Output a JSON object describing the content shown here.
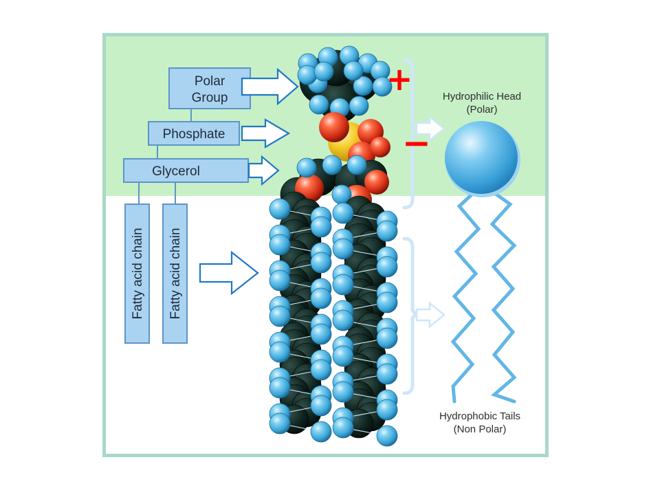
{
  "labels": {
    "polar_group_line1": "Polar",
    "polar_group_line2": "Group",
    "phosphate": "Phosphate",
    "glycerol": "Glycerol",
    "fatty_acid_chain_1": "Fatty acid chain",
    "fatty_acid_chain_2": "Fatty acid chain",
    "hydrophilic_head_line1": "Hydrophilic Head",
    "hydrophilic_head_line2": "(Polar)",
    "hydrophobic_tails_line1": "Hydrophobic Tails",
    "hydrophobic_tails_line2": "(Non Polar)"
  },
  "charges": {
    "positive": "+",
    "negative": "−"
  },
  "colors": {
    "frame": "#a9d8c7",
    "upper_background": "#c7f0c6",
    "lower_background": "#ffffff",
    "label_box_fill": "#aad3f2",
    "label_box_border": "#5b95c6",
    "arrow_stroke": "#1f77c8",
    "bracket": "#cfe6fa",
    "hydrogen_atom": "#59b8e4",
    "carbon_atom": "#0f2723",
    "oxygen_atom": "#d9331a",
    "phosphorus_atom": "#f2c523",
    "head_sphere": "#5cb6ea",
    "tail_line": "#62b6e6",
    "charge_sign": "#ff0000"
  }
}
